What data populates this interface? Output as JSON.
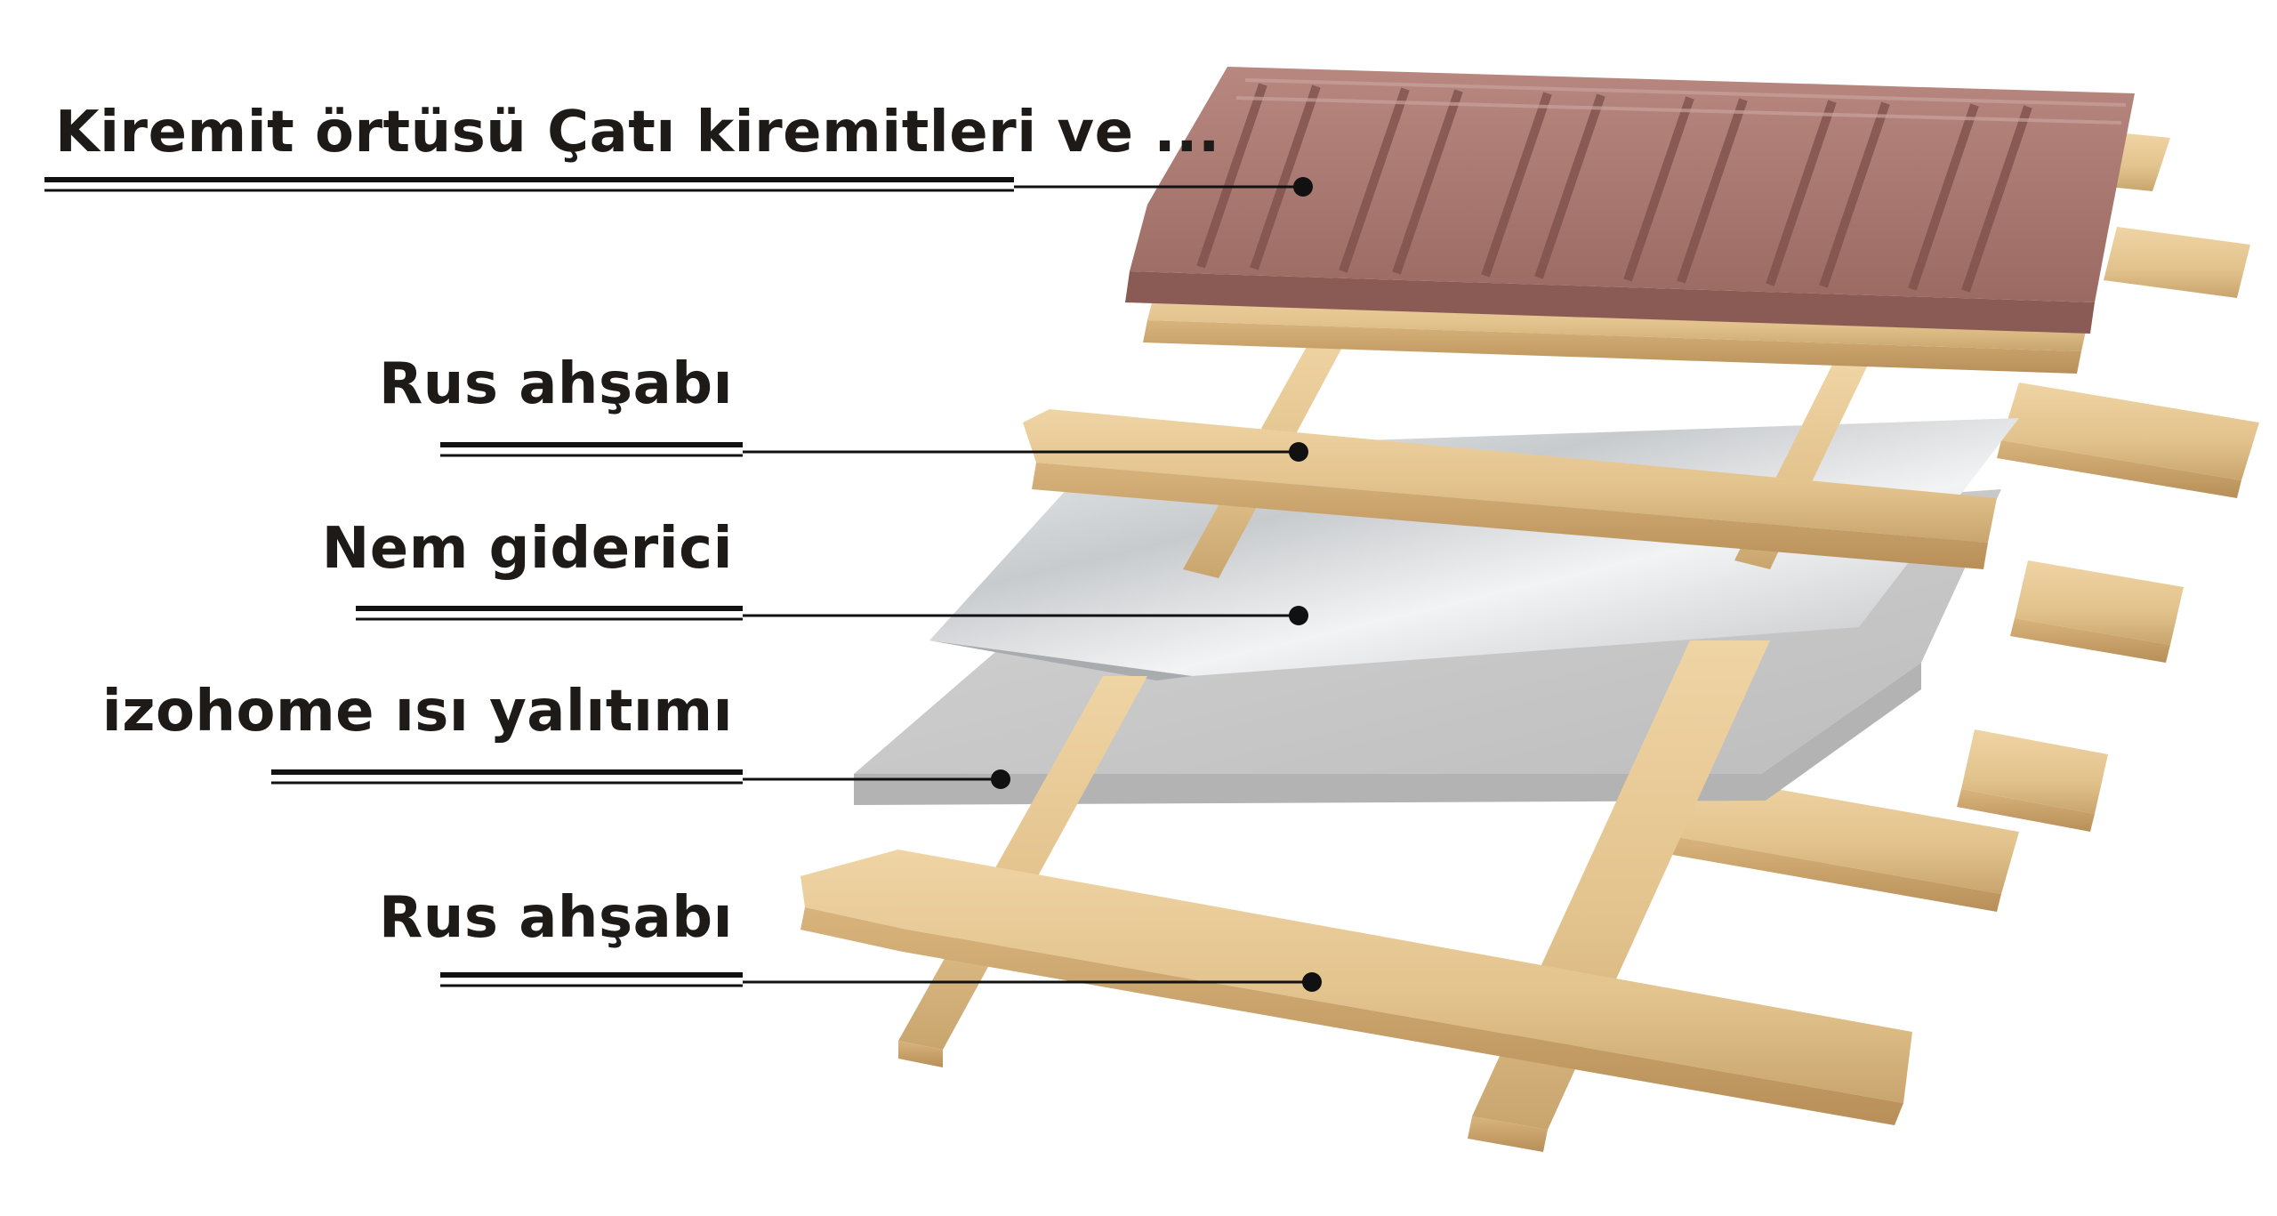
{
  "labels": {
    "roof_tiles": "Kiremit örtüsü Çatı kiremitleri ve ...",
    "upper_batten": "Rus ahşabı",
    "vapor_barrier": "Nem giderici",
    "insulation": "izohome ısı yalıtımı",
    "lower_batten": "Rus ahşabı"
  },
  "colors": {
    "text": "#1e1a17",
    "leader_line": "#111111",
    "tile": "#a9766f",
    "tile_dark": "#8a5b55",
    "wood": "#e3c490",
    "wood_dark": "#c9a56e",
    "foil": "#d9dbdd",
    "insulation": "#c8c8c8"
  }
}
